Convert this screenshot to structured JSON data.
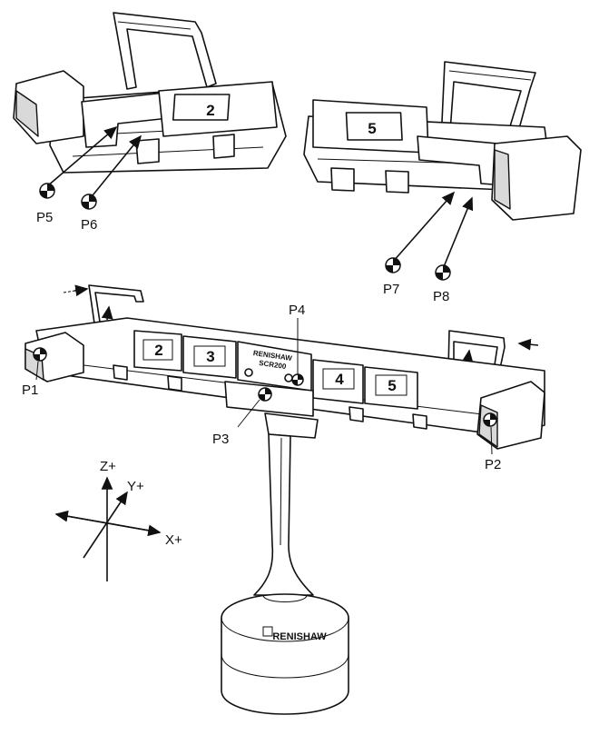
{
  "points": {
    "p1": "P1",
    "p2": "P2",
    "p3": "P3",
    "p4": "P4",
    "p5": "P5",
    "p6": "P6",
    "p7": "P7",
    "p8": "P8"
  },
  "ports": {
    "detail_left": "2",
    "detail_right": "5",
    "main": [
      "2",
      "3",
      "4",
      "5"
    ]
  },
  "brand": {
    "rack_line1": "RENISHAW",
    "rack_line2": "SCR200",
    "stand": "RENISHAW"
  },
  "axes": {
    "z": "Z+",
    "y": "Y+",
    "x": "X+"
  }
}
